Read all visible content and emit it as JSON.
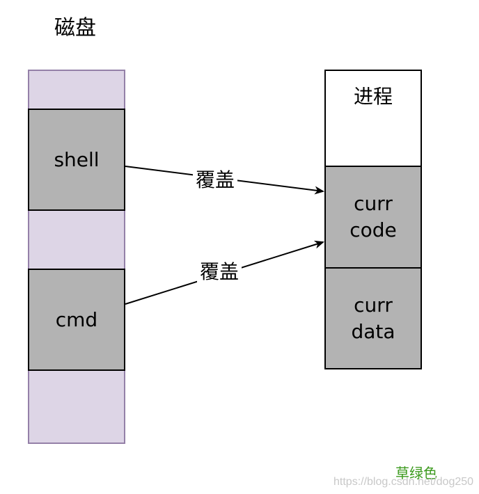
{
  "disk": {
    "title": "磁盘",
    "blocks": {
      "shell": "shell",
      "cmd": "cmd"
    }
  },
  "process": {
    "title": "进程",
    "code_line1": "curr",
    "code_line2": "code",
    "data_line1": "curr",
    "data_line2": "data"
  },
  "edges": {
    "shell_to_code": "覆盖",
    "cmd_to_code": "覆盖"
  },
  "watermark": {
    "brand": "草绿色",
    "url": "https://blog.csdn.net/dog250"
  },
  "colors": {
    "disk_fill": "#ddd5e6",
    "disk_border": "#9480a8",
    "block_fill": "#b3b3b3",
    "brand_green": "#3c9a1e"
  }
}
